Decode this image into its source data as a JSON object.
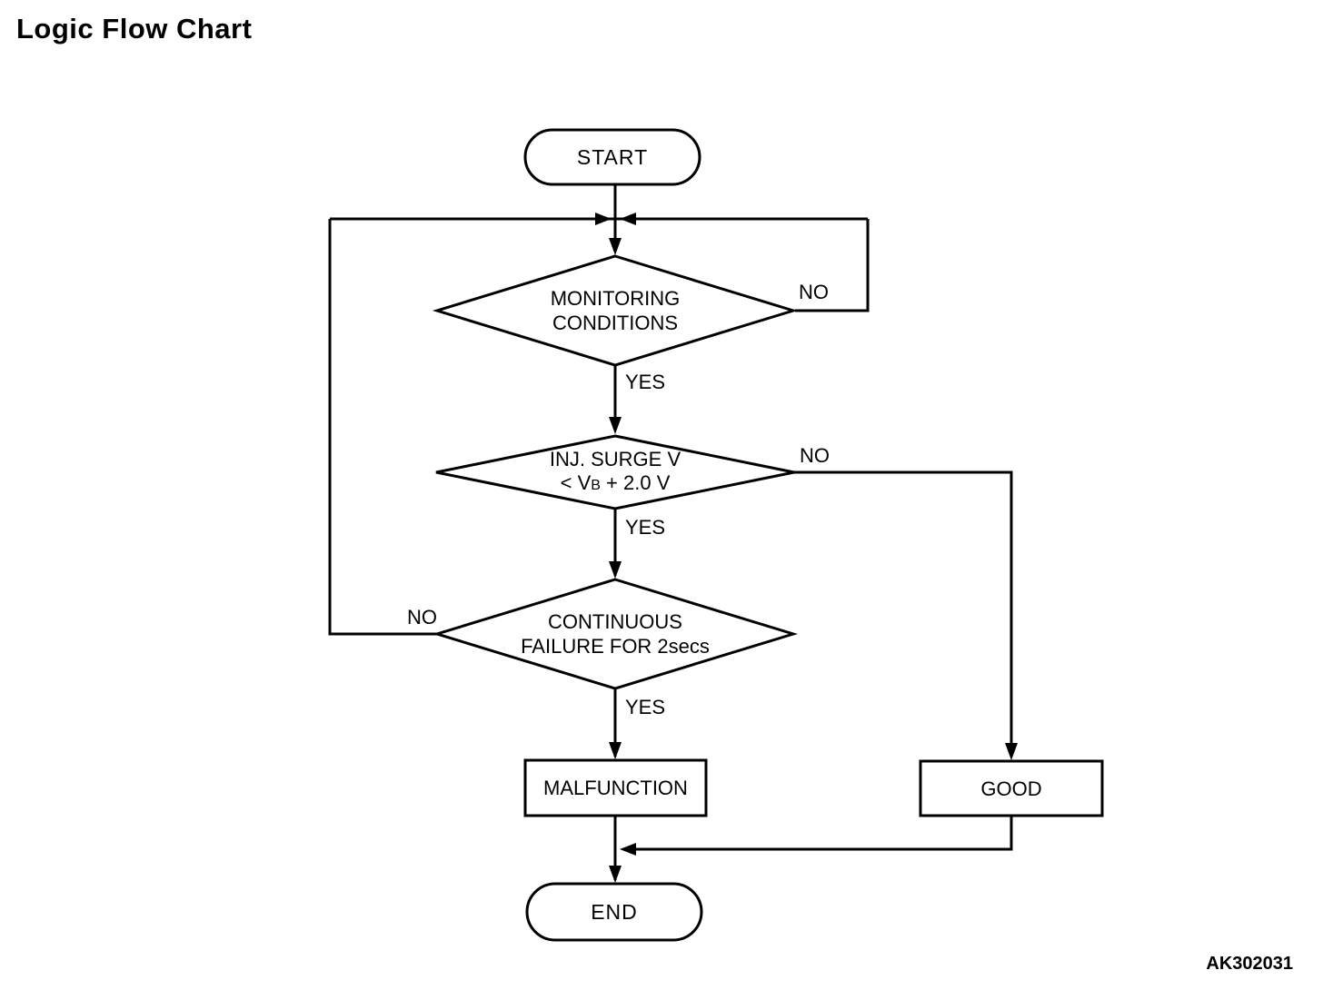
{
  "title": "Logic Flow Chart",
  "ref_code": "AK302031",
  "colors": {
    "line": "#000000",
    "background": "#ffffff",
    "text": "#000000"
  },
  "nodes": {
    "start": {
      "type": "terminator",
      "label": "START"
    },
    "monitoring": {
      "type": "decision",
      "line1": "MONITORING",
      "line2": "CONDITIONS"
    },
    "inj_surge": {
      "type": "decision",
      "line1": "INJ. SURGE V",
      "line2_pre": "< V",
      "line2_sub": "B",
      "line2_post": " + 2.0 V"
    },
    "continuous_failure": {
      "type": "decision",
      "line1": "CONTINUOUS",
      "line2": "FAILURE FOR 2secs"
    },
    "malfunction": {
      "type": "process",
      "label": "MALFUNCTION"
    },
    "good": {
      "type": "process",
      "label": "GOOD"
    },
    "end": {
      "type": "terminator",
      "label": "END"
    }
  },
  "edge_labels": {
    "monitoring_no": "NO",
    "monitoring_yes": "YES",
    "inj_surge_no": "NO",
    "inj_surge_yes": "YES",
    "continuous_no": "NO",
    "continuous_yes": "YES"
  },
  "edges": [
    {
      "from": "start",
      "to": "monitoring",
      "label": ""
    },
    {
      "from": "monitoring",
      "to": "monitoring",
      "label": "NO",
      "note": "loops back to input junction above decision"
    },
    {
      "from": "monitoring",
      "to": "inj_surge",
      "label": "YES"
    },
    {
      "from": "inj_surge",
      "to": "good",
      "label": "NO"
    },
    {
      "from": "inj_surge",
      "to": "continuous_failure",
      "label": "YES"
    },
    {
      "from": "continuous_failure",
      "to": "monitoring",
      "label": "NO",
      "note": "loops back to input junction above decision"
    },
    {
      "from": "continuous_failure",
      "to": "malfunction",
      "label": "YES"
    },
    {
      "from": "malfunction",
      "to": "end",
      "label": ""
    },
    {
      "from": "good",
      "to": "end",
      "label": ""
    }
  ]
}
